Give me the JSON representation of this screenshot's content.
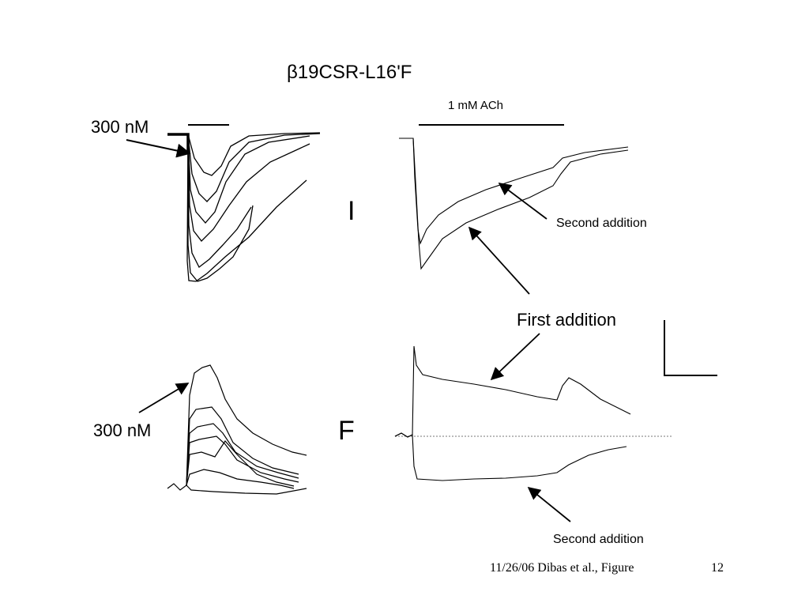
{
  "figure": {
    "title": "β19CSR-L16'F",
    "concentration_top": "300 nM",
    "concentration_bottom": "300 nM",
    "agonist_bar_label": "1 mM ACh",
    "panel_current": "I",
    "panel_fluorescence": "F",
    "annotation_second_top": "Second addition",
    "annotation_first": "First addition",
    "annotation_second_bottom": "Second addition"
  },
  "footer": {
    "citation": "11/26/06 Dibas et al., Figure",
    "page_number": "12"
  },
  "colors": {
    "trace": "#000000",
    "baseline": "#777777",
    "background": "#ffffff"
  }
}
